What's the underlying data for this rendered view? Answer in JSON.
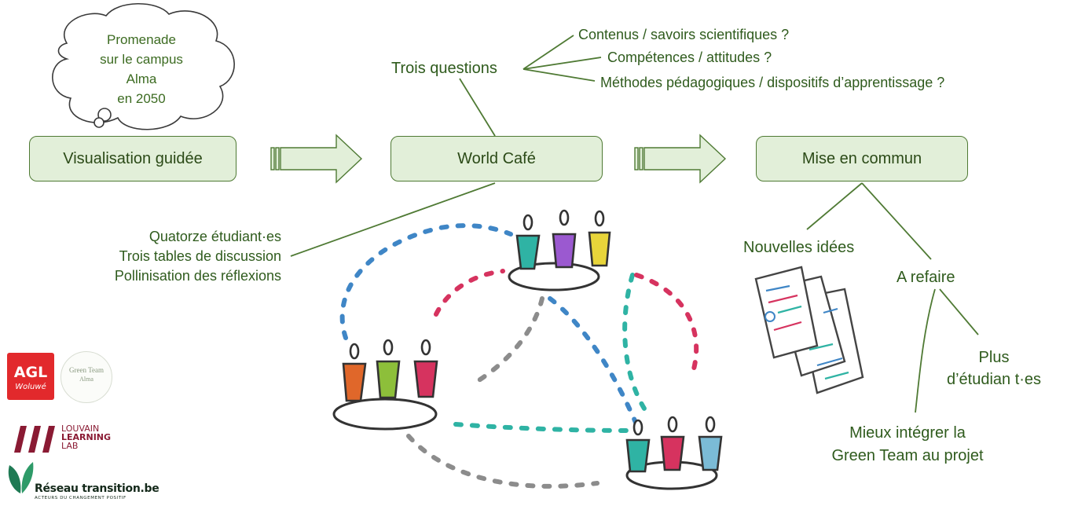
{
  "cloud": {
    "line1": "Promenade",
    "line2": "sur le campus Alma",
    "line3": "en 2050"
  },
  "boxes": {
    "visualisation": "Visualisation guidée",
    "world_cafe": "World Café",
    "mise_en_commun": "Mise en commun"
  },
  "questions": {
    "title": "Trois questions",
    "q1": "Contenus / savoirs scientifiques ?",
    "q2": "Compétences / attitudes ?",
    "q3": "Méthodes pédagogiques / dispositifs d’apprentissage ?"
  },
  "world_cafe_notes": {
    "line1": "Quatorze étudiant·es",
    "line2": "Trois tables de discussion",
    "line3": "Pollinisation des réflexions"
  },
  "outcomes": {
    "nouvelles_idees": "Nouvelles idées",
    "a_refaire": "A refaire",
    "plus_line1": "Plus",
    "plus_line2": "d’étudian t·es",
    "mieux_line1": "Mieux intégrer la",
    "mieux_line2": "Green Team au projet"
  },
  "logos": {
    "agl_main": "AGL",
    "agl_sub": "Woluwé",
    "green_team_1": "Green Team",
    "green_team_2": "Alma",
    "louvain_1": "LOUVAIN",
    "louvain_2": "LEARNING",
    "louvain_3": "LAB",
    "reseau_main": "Réseau transition.be",
    "reseau_sub": "ACTEURS DU CHANGEMENT POSITIF"
  },
  "colors": {
    "box_fill": "#e2efd9",
    "box_border": "#4f7a34",
    "text_green": "#2f5b1d",
    "arrow_fill": "#e2efd9",
    "line_green": "#4f7a34",
    "foot_blue": "#3f86c6",
    "foot_pink": "#d6335f",
    "foot_teal": "#2fb3a4",
    "foot_gray": "#8c8c8c"
  }
}
